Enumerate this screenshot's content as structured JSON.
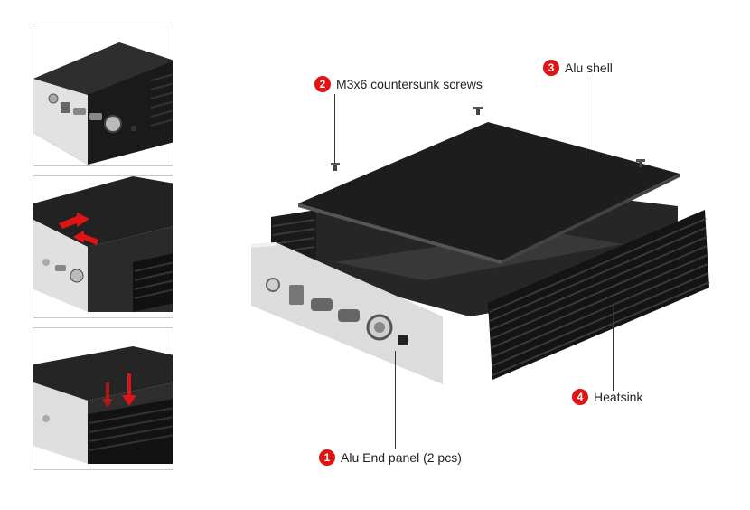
{
  "callouts": [
    {
      "number": "1",
      "label": "Alu End panel (2 pcs)"
    },
    {
      "number": "2",
      "label": "M3x6 countersunk screws"
    },
    {
      "number": "3",
      "label": "Alu shell"
    },
    {
      "number": "4",
      "label": "Heatsink"
    }
  ],
  "colors": {
    "badge": "#e01414",
    "shell": "#1e1e1e",
    "heatsink": "#151515",
    "end_panel": "#d9d9d9",
    "arrow": "#e01414"
  }
}
